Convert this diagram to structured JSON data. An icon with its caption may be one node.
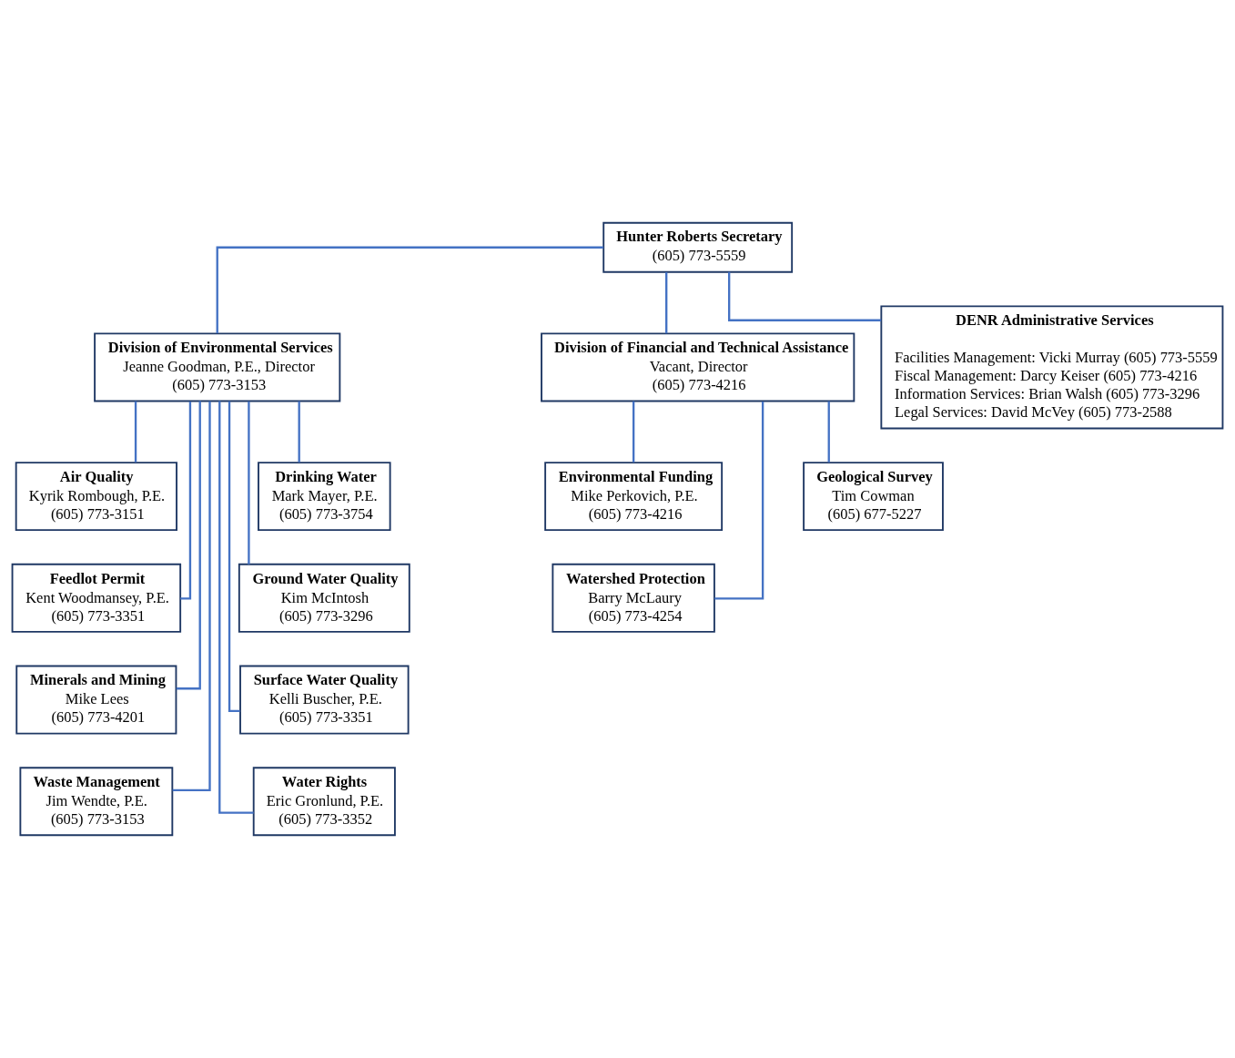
{
  "diagram": {
    "nodes": [
      {
        "text": [
          "Hunter Roberts Secretary",
          "(605) 773-5559"
        ]
      },
      {
        "text": [
          "Division of Environmental Services",
          "Jeanne Goodman, P.E., Director",
          "(605) 773-3153"
        ]
      },
      {
        "text": [
          "Division of Financial and Technical Assistance",
          "Vacant, Director",
          "(605) 773-4216"
        ]
      },
      {
        "text": [
          "Air Quality",
          "Kyrik Rombough, P.E.",
          "(605) 773-3151"
        ]
      },
      {
        "text": [
          "Drinking Water",
          "Mark Mayer, P.E.",
          "(605) 773-3754"
        ]
      },
      {
        "text": [
          "Feedlot Permit",
          "Kent Woodmansey, P.E.",
          "(605) 773-3351"
        ]
      },
      {
        "text": [
          "Ground Water Quality",
          "Kim McIntosh",
          "(605) 773-3296"
        ]
      },
      {
        "text": [
          "Minerals and Mining",
          "Mike Lees",
          "(605) 773-4201"
        ]
      },
      {
        "text": [
          "Surface Water Quality",
          "Kelli Buscher, P.E.",
          "(605) 773-3351"
        ]
      },
      {
        "text": [
          "Waste Management",
          "Jim Wendte, P.E.",
          "(605) 773-3153"
        ]
      },
      {
        "text": [
          "Water Rights",
          "Eric Gronlund, P.E.",
          "(605) 773-3352"
        ]
      },
      {
        "text": [
          "Environmental Funding",
          "Mike Perkovich, P.E.",
          "(605) 773-4216"
        ]
      },
      {
        "text": [
          "Geological Survey",
          "Tim Cowman",
          "(605) 677-5227"
        ]
      },
      {
        "text": [
          "Watershed Protection",
          "Barry McLaury",
          "(605) 773-4254"
        ]
      },
      {
        "text": [
          "DENR Administrative Services",
          "Facilities Management: Vicki Murray (605) 773-5559",
          "Fiscal Management: Darcy Keiser (605) 773-4216",
          "Information Services: Brian Walsh (605) 773-3296",
          "Legal Services: David McVey (605) 773-2588"
        ]
      }
    ],
    "edges": [
      {
        "from": 0,
        "to": 1,
        "arrow": "none"
      },
      {
        "from": 0,
        "to": 2,
        "arrow": "none"
      },
      {
        "from": 0,
        "to": 14,
        "arrow": "none"
      },
      {
        "from": 1,
        "to": 3,
        "arrow": "none"
      },
      {
        "from": 1,
        "to": 4,
        "arrow": "none"
      },
      {
        "from": 1,
        "to": 5,
        "arrow": "none"
      },
      {
        "from": 1,
        "to": 6,
        "arrow": "none"
      },
      {
        "from": 1,
        "to": 7,
        "arrow": "none"
      },
      {
        "from": 1,
        "to": 8,
        "arrow": "none"
      },
      {
        "from": 1,
        "to": 9,
        "arrow": "none"
      },
      {
        "from": 1,
        "to": 10,
        "arrow": "none"
      },
      {
        "from": 2,
        "to": 11,
        "arrow": "none"
      },
      {
        "from": 2,
        "to": 12,
        "arrow": "none"
      },
      {
        "from": 2,
        "to": 13,
        "arrow": "none"
      }
    ]
  }
}
